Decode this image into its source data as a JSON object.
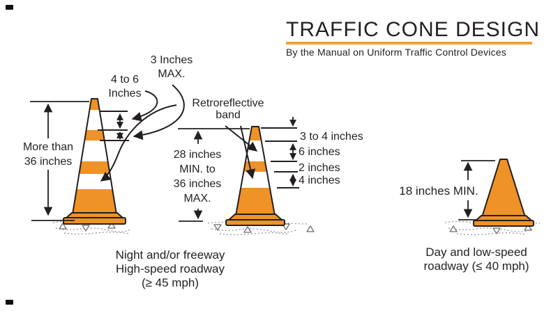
{
  "colors": {
    "cone_orange": "#EF9227",
    "underline_orange": "#F0A232",
    "ink": "#231F20"
  },
  "header": {
    "title": "TRAFFIC CONE DESIGN",
    "subtitle": "By the Manual on Uniform Traffic Control Devices"
  },
  "labels": {
    "max3": {
      "line1": "3 Inches",
      "line2": "MAX."
    },
    "band_4to6": {
      "line1": "4 to 6",
      "line2": "Inches"
    },
    "retroreflective": {
      "line1": "Retroreflective",
      "line2": "band"
    },
    "tall_cone_height": {
      "line1": "More than",
      "line2": "36 inches"
    },
    "mid_cone_height": {
      "line1": "28 inches",
      "line2": "MIN. to",
      "line3": "36 inches",
      "line4": "MAX."
    },
    "top_offset": "3 to 4 inches",
    "upper_band": "6 inches",
    "band_gap": "2 inches",
    "lower_band": "4 inches",
    "small_cone_height": "18 inches MIN."
  },
  "captions": {
    "tall_cone": {
      "line1": "Night and/or freeway",
      "line2": "High-speed roadway",
      "line3": "(≥ 45 mph)"
    },
    "small_cone": {
      "line1": "Day and low-speed",
      "line2": "roadway (≤ 40 mph)"
    }
  }
}
